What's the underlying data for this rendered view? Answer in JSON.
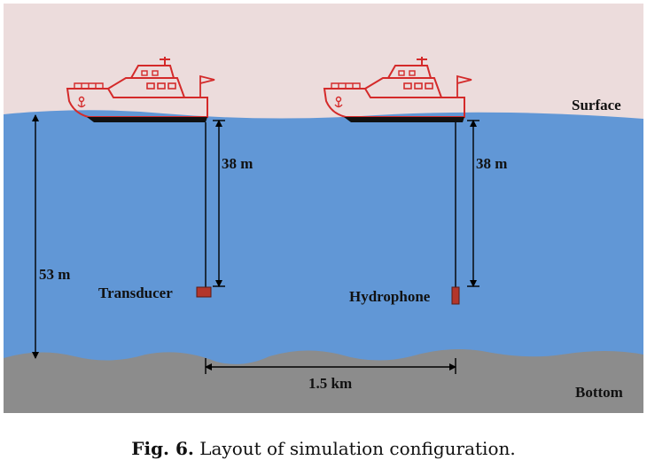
{
  "diagram": {
    "labels": {
      "surface": "Surface",
      "bottom": "Bottom",
      "depth_total": "53 m",
      "depth_transducer": "38 m",
      "depth_hydrophone": "38 m",
      "distance": "1.5 km",
      "transducer": "Transducer",
      "hydrophone": "Hydrophone"
    },
    "colors": {
      "sky": "#ecdcdc",
      "water": "#6197d6",
      "seabed": "#8c8c8c",
      "ship_outline": "#d42a2a",
      "hull": "#111111",
      "device": "#b3362b"
    }
  },
  "caption": {
    "number": "Fig. 6.",
    "text": "Layout of simulation configuration."
  }
}
